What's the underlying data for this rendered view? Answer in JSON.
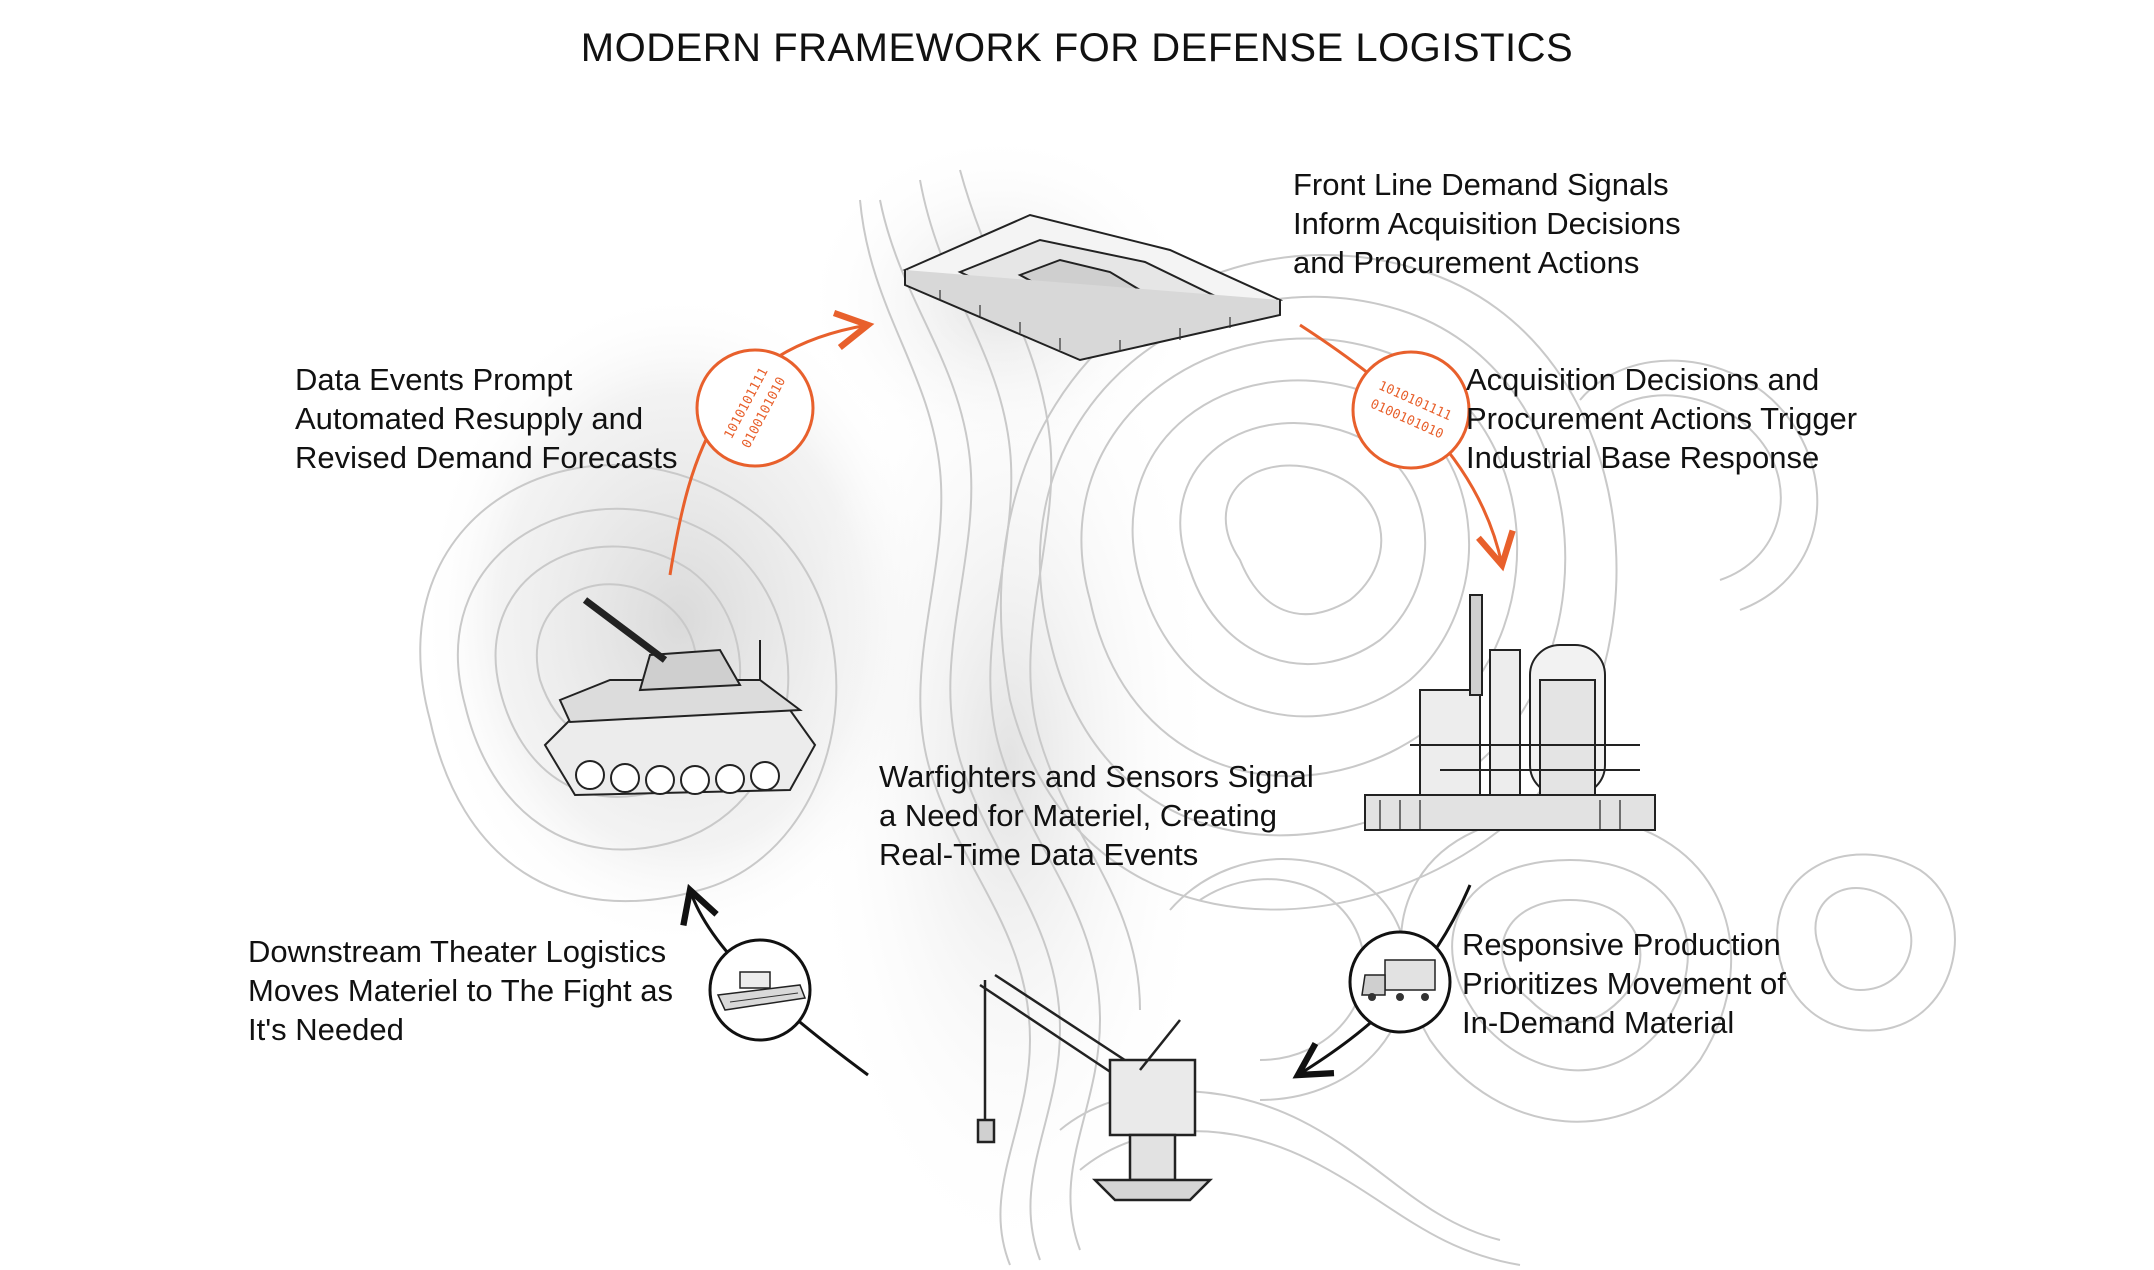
{
  "title": "MODERN FRAMEWORK FOR DEFENSE LOGISTICS",
  "colors": {
    "accent": "#e8602c",
    "ink": "#111111",
    "contour": "#c8c8c8"
  },
  "binary_badge": {
    "line1": "1010101111",
    "line2": "0100101010"
  },
  "nodes": [
    {
      "id": "warfighters",
      "icon": "tank-icon",
      "lines": [
        "Warfighters and Sensors Signal",
        "a Need for Materiel, Creating",
        "Real-Time Data Events"
      ]
    },
    {
      "id": "data-events",
      "icon": "binary-data-icon",
      "lines": [
        "Data Events Prompt",
        "Automated Resupply and",
        "Revised Demand Forecasts"
      ]
    },
    {
      "id": "front-line",
      "icon": "pentagon-building-icon",
      "lines": [
        "Front Line Demand Signals",
        "Inform Acquisition Decisions",
        "and Procurement Actions"
      ]
    },
    {
      "id": "acquisition",
      "icon": "binary-data-icon",
      "lines": [
        "Acquisition Decisions and",
        "Procurement Actions Trigger",
        "Industrial Base Response"
      ]
    },
    {
      "id": "production",
      "icon": "semi-truck-icon",
      "lines": [
        "Responsive Production",
        "Prioritizes Movement of",
        "In-Demand Material"
      ]
    },
    {
      "id": "theater",
      "icon": "landing-craft-icon",
      "lines": [
        "Downstream Theater Logistics",
        "Moves Materiel to The Fight as",
        "It's Needed"
      ]
    }
  ]
}
